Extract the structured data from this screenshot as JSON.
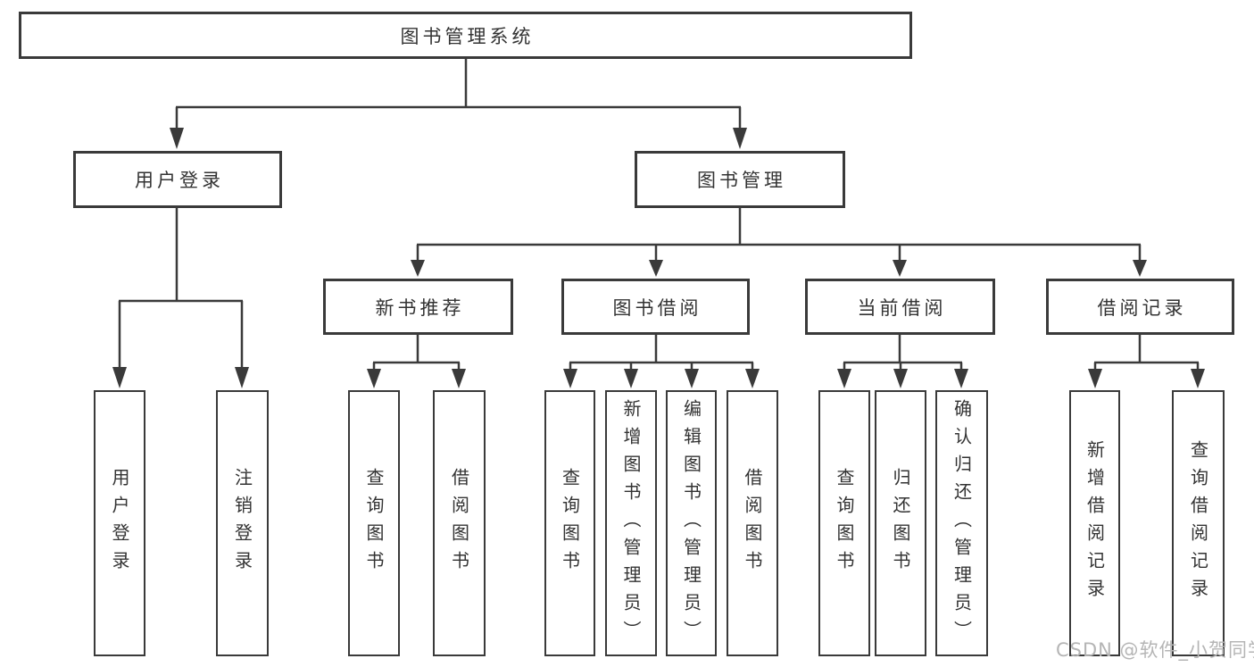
{
  "diagram": {
    "root_label": "图书管理系统",
    "level2": {
      "user_login": "用户登录",
      "book_management": "图书管理"
    },
    "level3": {
      "new_book_recommend": "新书推荐",
      "book_borrow": "图书借阅",
      "current_borrow": "当前借阅",
      "borrow_record": "借阅记录"
    },
    "leaves": {
      "user_login": [
        "用户登录",
        "注销登录"
      ],
      "new_book_recommend": [
        "查询图书",
        "借阅图书"
      ],
      "book_borrow": [
        "查询图书",
        "新增图书（管理员）",
        "编辑图书（管理员）",
        "借阅图书"
      ],
      "current_borrow": [
        "查询图书",
        "归还图书",
        "确认归还（管理员）"
      ],
      "borrow_record": [
        "新增借阅记录",
        "查询借阅记录"
      ]
    }
  },
  "watermark": {
    "text": "CSDN @软件_小贺同学",
    "color": "#b5b5b5"
  },
  "colors": {
    "line": "#3a3a3a",
    "text": "#333333",
    "background": "#ffffff"
  }
}
